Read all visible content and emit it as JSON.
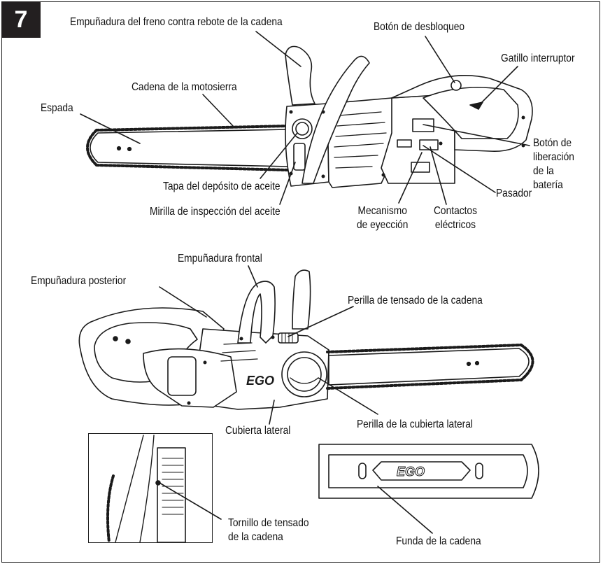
{
  "figure": {
    "number": "7"
  },
  "labels": {
    "chain_brake_handle": "Empuñadura del freno contra rebote de la cadena",
    "unlock_button": "Botón de desbloqueo",
    "trigger_switch": "Gatillo interruptor",
    "saw_chain": "Cadena de la motosierra",
    "bar": "Espada",
    "battery_release_button": "Botón de\nliberación\nde la\nbatería",
    "oil_tank_cap": "Tapa del depósito de aceite",
    "latch": "Pasador",
    "oil_sight_window": "Mirilla de inspección del aceite",
    "ejection_mechanism": "Mecanismo\nde eyección",
    "electrical_contacts": "Contactos\neléctricos",
    "front_handle": "Empuñadura frontal",
    "rear_handle": "Empuñadura posterior",
    "chain_tension_knob": "Perilla de tensado de la cadena",
    "side_cover": "Cubierta lateral",
    "side_cover_knob": "Perilla de la cubierta lateral",
    "chain_tension_screw": "Tornillo de tensado\nde la cadena",
    "chain_cover": "Funda de la cadena"
  },
  "brand": {
    "logo_text": "EGO"
  },
  "colors": {
    "frame": "#222222",
    "fig_box": "#231f20",
    "line": "#1a1a1a"
  }
}
